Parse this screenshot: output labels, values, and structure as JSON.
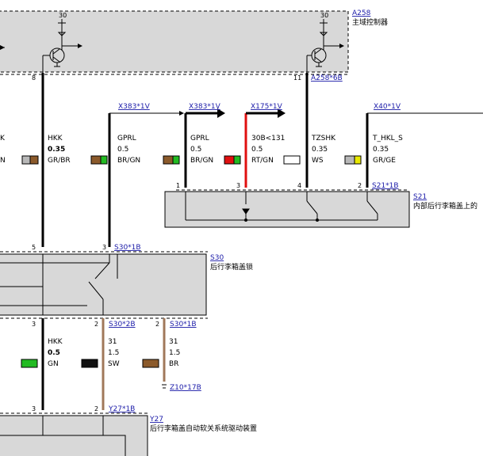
{
  "components": {
    "a258": {
      "ref": "A258",
      "name": "主域控制器",
      "supply": "30",
      "pin_left": "8",
      "pin_right": "11",
      "connector": "A258*6B"
    },
    "s21": {
      "ref": "S21",
      "name": "内部后行李箱盖上的",
      "connector": "S21*1B",
      "pins": [
        "1",
        "3",
        "4",
        "2"
      ]
    },
    "s30": {
      "ref": "S30",
      "name": "后行李箱盖锁",
      "top_pins": [
        "5",
        "3"
      ],
      "top_connector": "S30*1B",
      "bottom_pins": [
        "3",
        "2",
        "2"
      ],
      "bottom_connectors": [
        "S30*2B",
        "S30*1B"
      ]
    },
    "y27": {
      "ref": "Y27",
      "name": "后行李箱盖自动软关系统驱动装置",
      "pins": [
        "3",
        "2"
      ],
      "connector": "Y27*1B"
    }
  },
  "connectors": {
    "x383_a": "X383*1V",
    "x383_b": "X383*1V",
    "x175": "X175*1V",
    "x40": "X40*1V",
    "z10": "Z10*17B"
  },
  "wires_upper": [
    {
      "id": "leftcut",
      "name": "K",
      "size": "",
      "color_code": "N",
      "swatch": [
        "#b8b8b8",
        "#8b5a2b"
      ]
    },
    {
      "id": "hkk",
      "name": "HKK",
      "size": "0.35",
      "color_code": "GR/BR",
      "swatch": [
        "#b8b8b8",
        "#8b5a2b"
      ]
    },
    {
      "id": "gprl1",
      "name": "GPRL",
      "size": "0.5",
      "color_code": "BR/GN",
      "swatch": [
        "#8b5a2b",
        "#22bb22"
      ]
    },
    {
      "id": "gprl2",
      "name": "GPRL",
      "size": "0.5",
      "color_code": "BR/GN",
      "swatch": [
        "#8b5a2b",
        "#22bb22"
      ]
    },
    {
      "id": "s30b",
      "name": "30B<131",
      "size": "0.5",
      "color_code": "RT/GN",
      "swatch": [
        "#e01010",
        "#22bb22"
      ]
    },
    {
      "id": "white",
      "name": "",
      "size": "",
      "color_code": "",
      "swatch": [
        "#ffffff",
        "#ffffff"
      ]
    },
    {
      "id": "tzshk",
      "name": "TZSHK",
      "size": "0.35",
      "color_code": "WS",
      "swatch": [
        "#b8b8b8",
        "#e8e800"
      ]
    },
    {
      "id": "thkl",
      "name": "T_HKL_S",
      "size": "0.35",
      "color_code": "GR/GE",
      "swatch": [
        "#b8b8b8",
        "#e8e800"
      ]
    }
  ],
  "wires_lower": [
    {
      "id": "hkk2",
      "name": "HKK",
      "size": "0.5",
      "color_code": "GN",
      "swatch": "#22bb22"
    },
    {
      "id": "w31a",
      "name": "31",
      "size": "1.5",
      "color_code": "SW",
      "swatch": "#111111"
    },
    {
      "id": "w31b",
      "name": "31",
      "size": "1.5",
      "color_code": "BR",
      "swatch": "#8b5a2b"
    }
  ],
  "colors": {
    "wire": "#000000",
    "red_wire": "#e01010",
    "brown_wire": "#a0785a",
    "box_fill": "#d8d8d8",
    "link": "#1a1aa8"
  }
}
